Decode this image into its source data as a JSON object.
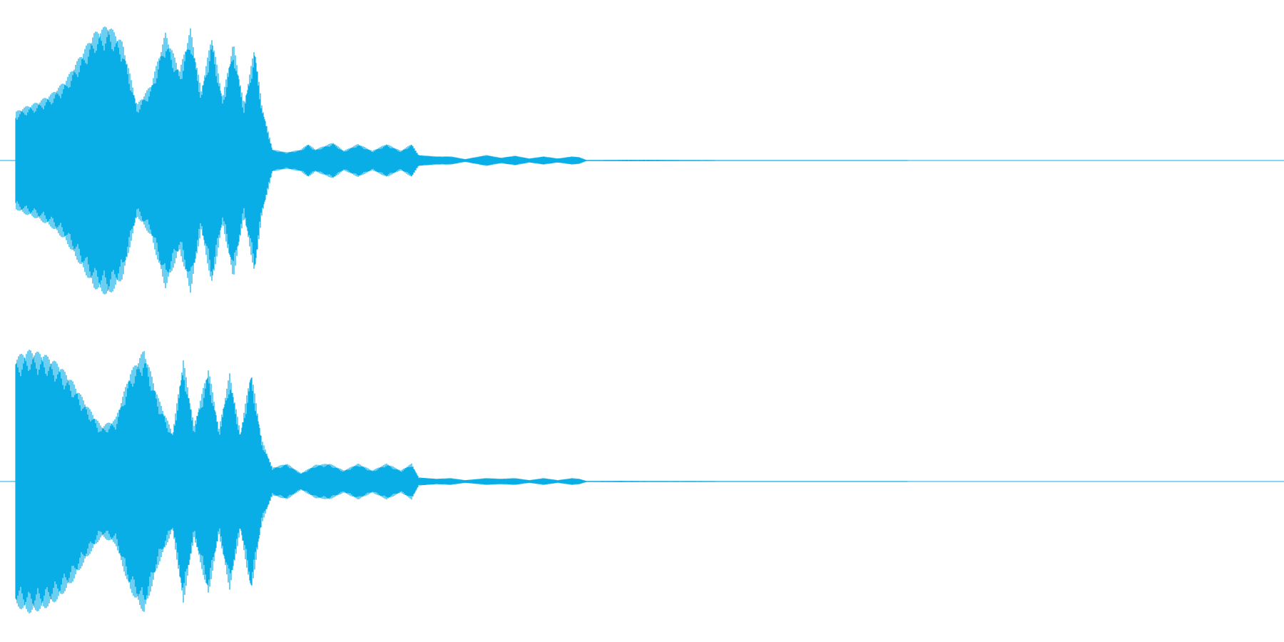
{
  "waveform": {
    "color": "#0aaee6",
    "background": "#ffffff",
    "channels": [
      {
        "name": "",
        "envelope": [
          [
            0.0,
            0.35
          ],
          [
            0.01,
            0.38
          ],
          [
            0.03,
            0.42
          ],
          [
            0.05,
            0.48
          ],
          [
            0.07,
            0.58
          ],
          [
            0.09,
            0.75
          ],
          [
            0.11,
            0.92
          ],
          [
            0.13,
            0.98
          ],
          [
            0.15,
            0.85
          ],
          [
            0.17,
            0.4
          ],
          [
            0.19,
            0.55
          ],
          [
            0.21,
            0.92
          ],
          [
            0.23,
            0.65
          ],
          [
            0.245,
            0.95
          ],
          [
            0.26,
            0.5
          ],
          [
            0.275,
            0.9
          ],
          [
            0.29,
            0.45
          ],
          [
            0.305,
            0.85
          ],
          [
            0.32,
            0.4
          ],
          [
            0.335,
            0.82
          ],
          [
            0.345,
            0.4
          ],
          [
            0.36,
            0.08
          ],
          [
            0.38,
            0.06
          ],
          [
            0.4,
            0.08
          ],
          [
            0.41,
            0.12
          ],
          [
            0.42,
            0.08
          ],
          [
            0.445,
            0.13
          ],
          [
            0.46,
            0.07
          ],
          [
            0.48,
            0.12
          ],
          [
            0.5,
            0.07
          ],
          [
            0.52,
            0.12
          ],
          [
            0.54,
            0.07
          ],
          [
            0.555,
            0.12
          ],
          [
            0.565,
            0.04
          ],
          [
            0.59,
            0.03
          ],
          [
            0.61,
            0.03
          ],
          [
            0.63,
            0.01
          ],
          [
            0.66,
            0.04
          ],
          [
            0.68,
            0.02
          ],
          [
            0.7,
            0.035
          ],
          [
            0.72,
            0.015
          ],
          [
            0.74,
            0.03
          ],
          [
            0.76,
            0.015
          ],
          [
            0.78,
            0.03
          ],
          [
            0.79,
            0.025
          ],
          [
            0.8,
            0.004
          ],
          [
            0.85,
            0.005
          ],
          [
            0.9,
            0.005
          ],
          [
            0.95,
            0.004
          ],
          [
            1.0,
            0.003
          ],
          [
            1.05,
            0.003
          ],
          [
            1.1,
            0.002
          ],
          [
            1.15,
            0.002
          ],
          [
            1.2,
            0.002
          ],
          [
            1.25,
            0.0015
          ]
        ]
      },
      {
        "name": "",
        "envelope": [
          [
            0.0,
            0.9
          ],
          [
            0.02,
            0.95
          ],
          [
            0.04,
            0.92
          ],
          [
            0.06,
            0.85
          ],
          [
            0.08,
            0.72
          ],
          [
            0.1,
            0.55
          ],
          [
            0.12,
            0.4
          ],
          [
            0.14,
            0.45
          ],
          [
            0.16,
            0.78
          ],
          [
            0.18,
            0.95
          ],
          [
            0.2,
            0.6
          ],
          [
            0.22,
            0.35
          ],
          [
            0.235,
            0.88
          ],
          [
            0.25,
            0.4
          ],
          [
            0.27,
            0.82
          ],
          [
            0.285,
            0.38
          ],
          [
            0.3,
            0.78
          ],
          [
            0.315,
            0.35
          ],
          [
            0.33,
            0.8
          ],
          [
            0.345,
            0.3
          ],
          [
            0.36,
            0.1
          ],
          [
            0.38,
            0.13
          ],
          [
            0.4,
            0.06
          ],
          [
            0.42,
            0.12
          ],
          [
            0.44,
            0.13
          ],
          [
            0.46,
            0.08
          ],
          [
            0.48,
            0.13
          ],
          [
            0.5,
            0.08
          ],
          [
            0.52,
            0.13
          ],
          [
            0.54,
            0.08
          ],
          [
            0.555,
            0.13
          ],
          [
            0.565,
            0.03
          ],
          [
            0.59,
            0.02
          ],
          [
            0.61,
            0.025
          ],
          [
            0.63,
            0.01
          ],
          [
            0.66,
            0.025
          ],
          [
            0.68,
            0.02
          ],
          [
            0.7,
            0.025
          ],
          [
            0.72,
            0.01
          ],
          [
            0.74,
            0.025
          ],
          [
            0.76,
            0.01
          ],
          [
            0.78,
            0.025
          ],
          [
            0.79,
            0.02
          ],
          [
            0.8,
            0.004
          ],
          [
            0.85,
            0.005
          ],
          [
            0.9,
            0.004
          ],
          [
            0.95,
            0.004
          ],
          [
            1.0,
            0.003
          ],
          [
            1.05,
            0.002
          ],
          [
            1.1,
            0.002
          ],
          [
            1.15,
            0.002
          ],
          [
            1.2,
            0.0015
          ],
          [
            1.25,
            0.0015
          ]
        ]
      }
    ]
  }
}
